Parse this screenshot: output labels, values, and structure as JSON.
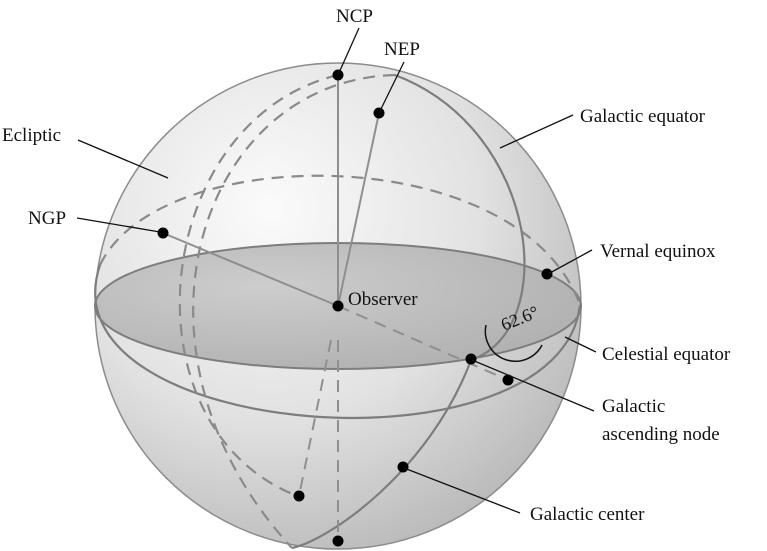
{
  "labels": {
    "ncp": "NCP",
    "nep": "NEP",
    "galactic_equator": "Galactic equator",
    "ecliptic": "Ecliptic",
    "ngp": "NGP",
    "vernal_equinox": "Vernal equinox",
    "observer": "Observer",
    "angle": "62.6°",
    "celestial_equator": "Celestial equator",
    "galactic_ascending_node_line1": "Galactic",
    "galactic_ascending_node_line2": "ascending node",
    "galactic_center": "Galactic center"
  },
  "colors": {
    "sphere_light": "#fbfbfb",
    "sphere_dark": "#b9b9b9",
    "equator_plane": "#bdbdbd",
    "lines": "#7d7d7d",
    "points": "#000000"
  }
}
